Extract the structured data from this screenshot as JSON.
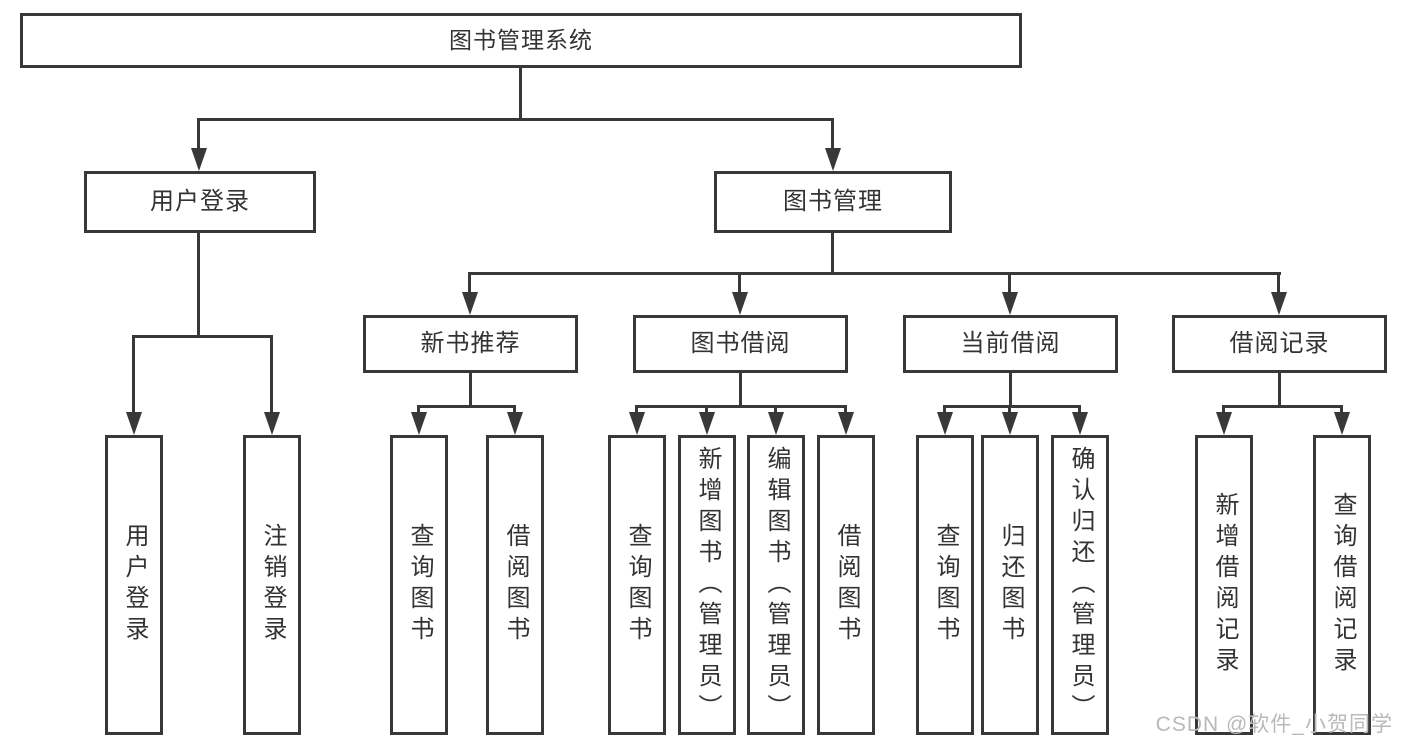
{
  "root": "图书管理系统",
  "level2": [
    "用户登录",
    "图书管理"
  ],
  "level3": [
    "新书推荐",
    "图书借阅",
    "当前借阅",
    "借阅记录"
  ],
  "leaves_user": [
    "用户登录",
    "注销登录"
  ],
  "leaves_recommend": [
    "查询图书",
    "借阅图书"
  ],
  "leaves_borrow": [
    "查询图书",
    "新增图书（管理员）",
    "编辑图书（管理员）",
    "借阅图书"
  ],
  "leaves_current": [
    "查询图书",
    "归还图书",
    "确认归还（管理员）"
  ],
  "leaves_records": [
    "新增借阅记录",
    "查询借阅记录"
  ],
  "watermark": "CSDN @软件_小贺同学",
  "colors": {
    "line": "#383838",
    "border": "#383838",
    "text": "#333333",
    "watermark": "#b9b9b9",
    "background": "#ffffff"
  }
}
